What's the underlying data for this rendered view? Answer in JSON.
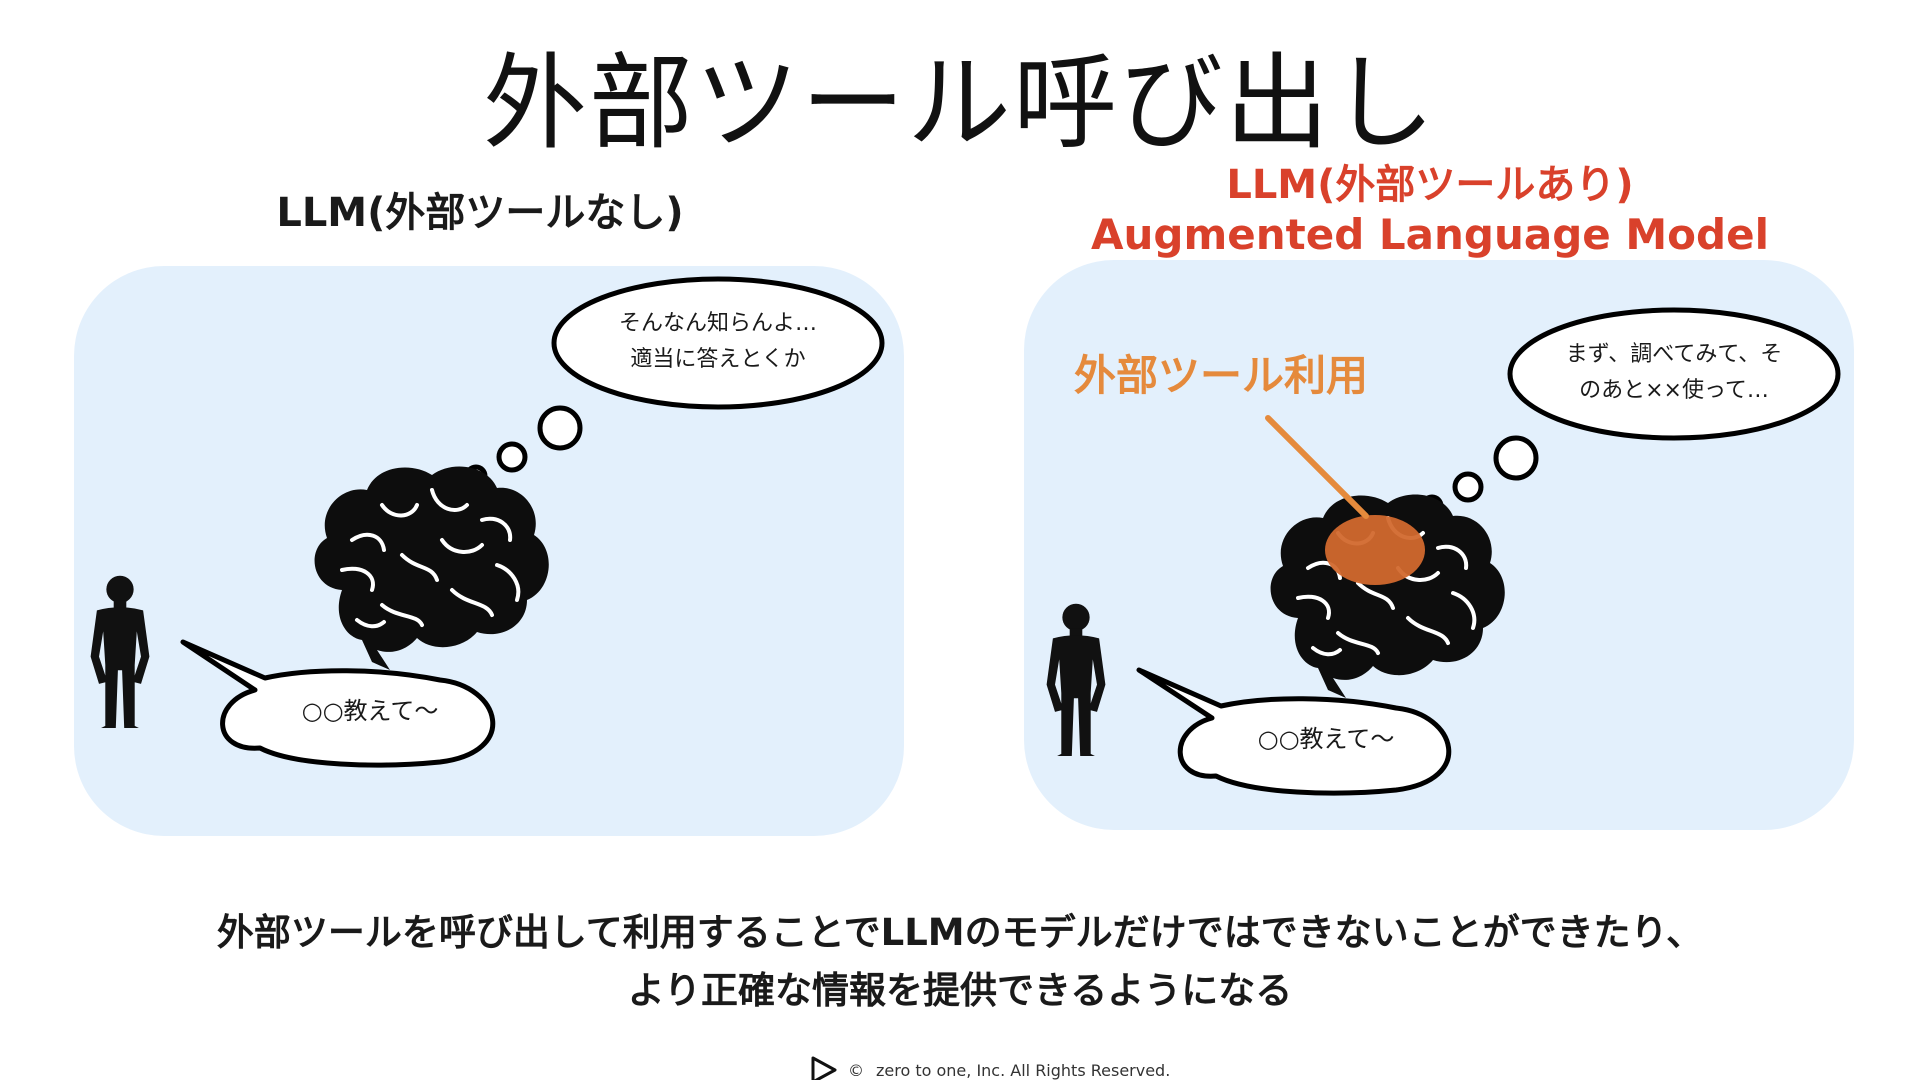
{
  "title": "外部ツール呼び出し",
  "left_panel": {
    "heading": "LLM(外部ツールなし)",
    "thought_line1": "そんなん知らんよ…",
    "thought_line2": "適当に答えとくか",
    "speech": "○○教えて〜"
  },
  "right_panel": {
    "heading_line1": "LLM(外部ツールあり)",
    "heading_line2": "Augmented Language Model",
    "tool_label": "外部ツール利用",
    "thought_line1": "まず、調べてみて、そ",
    "thought_line2": "のあと××使って…",
    "speech": "○○教えて〜"
  },
  "caption": {
    "line1": "外部ツールを呼び出して利用することでLLMのモデルだけではできないことができたり、",
    "line2": "より正確な情報を提供できるようになる"
  },
  "footer": {
    "copyright_symbol": "©",
    "text": "zero to one, Inc. All Rights Reserved."
  },
  "colors": {
    "panel_bg": "#e3f0fc",
    "accent_red": "#d9412b",
    "accent_orange": "#e58a3c",
    "brain_highlight": "#d2692e"
  },
  "icons": {
    "person": "person-silhouette-icon",
    "brain": "brain-icon",
    "logo": "play-triangle-logo-icon"
  }
}
